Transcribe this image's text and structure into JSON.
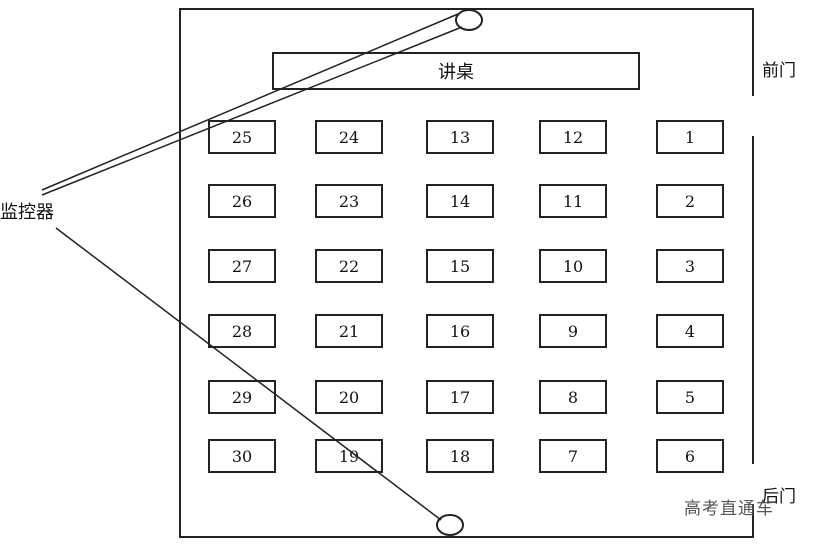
{
  "podium_label": "讲桌",
  "front_door_label": "前门",
  "back_door_label": "后门",
  "monitor_label": "监控器",
  "watermark": "高考直通车",
  "seat_rows": [
    [
      "25",
      "24",
      "13",
      "12",
      "1"
    ],
    [
      "26",
      "23",
      "14",
      "11",
      "2"
    ],
    [
      "27",
      "22",
      "15",
      "10",
      "3"
    ],
    [
      "28",
      "21",
      "16",
      "9",
      "4"
    ],
    [
      "29",
      "20",
      "17",
      "8",
      "5"
    ],
    [
      "30",
      "19",
      "18",
      "7",
      "6"
    ]
  ],
  "icons": {
    "camera_top": "camera-icon",
    "camera_bottom": "camera-icon"
  },
  "colors": {
    "line": "#222222",
    "background": "#ffffff"
  }
}
